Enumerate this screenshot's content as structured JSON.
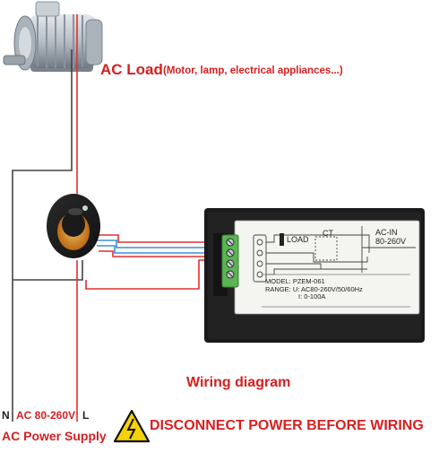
{
  "labels": {
    "ac_load": "AC Load",
    "ac_load_detail": "(Motor, lamp, electrical appliances...)",
    "wiring_diagram": "Wiring diagram",
    "neutral": "N",
    "voltage_range": "AC 80-260V",
    "live": "L",
    "power_supply": "AC Power Supply",
    "warning": "DISCONNECT POWER BEFORE WIRING"
  },
  "meter_panel": {
    "load": "LOAD",
    "ct": "CT",
    "ac_in": "AC-IN",
    "ac_in_range": "80-260V",
    "model": "MODEL: PZEM-061",
    "range": "RANGE: U: AC80-260V/50/60Hz",
    "range_current": "I: 0-100A"
  },
  "colors": {
    "label_red": "#d62020",
    "live_wire": "#e03030",
    "neutral_wire": "#444444",
    "ct_lead_blue": "#3a8fd8",
    "ct_lead_red": "#e03030",
    "terminal_green": "#5ab552",
    "meter_body": "#1a1a1a",
    "warning_yellow": "#f5d20a"
  },
  "icons": {
    "warning": "high-voltage-warning-icon",
    "motor": "electric-motor-icon",
    "ct_coil": "current-transformer-icon",
    "meter": "power-meter-icon"
  }
}
